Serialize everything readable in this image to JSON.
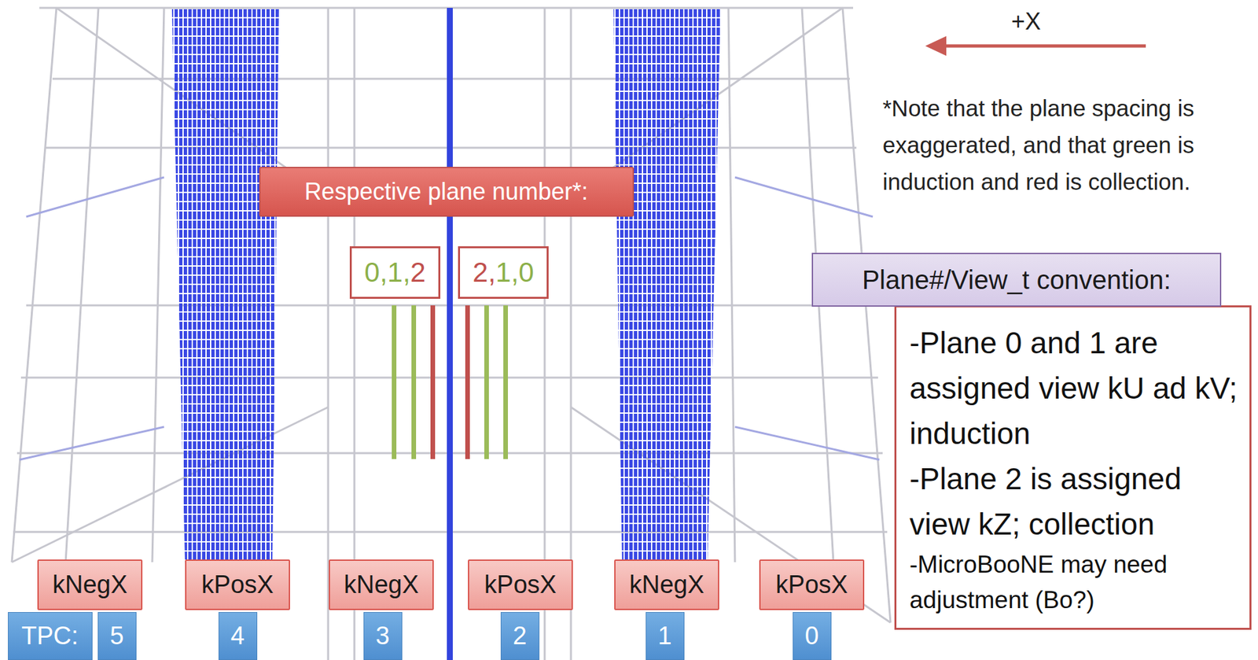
{
  "diagram": {
    "nodes": [
      {
        "text": [
          "Respective plane number*:"
        ]
      },
      {
        "text": [
          "0,1,2"
        ]
      },
      {
        "text": [
          "2,1,0"
        ]
      },
      {
        "text": [
          "Plane#/View_t convention:"
        ]
      },
      {
        "text": [
          "-Plane 0 and 1 are assigned view kU ad kV; induction",
          "-Plane 2 is assigned view kZ; collection",
          "-MicroBooNE may need adjustment (Bo?)"
        ]
      },
      {
        "text": [
          "kNegX"
        ]
      },
      {
        "text": [
          "kPosX"
        ]
      },
      {
        "text": [
          "kNegX"
        ]
      },
      {
        "text": [
          "kPosX"
        ]
      },
      {
        "text": [
          "kNegX"
        ]
      },
      {
        "text": [
          "kPosX"
        ]
      },
      {
        "text": [
          "TPC:"
        ]
      },
      {
        "text": [
          "5"
        ]
      },
      {
        "text": [
          "4"
        ]
      },
      {
        "text": [
          "3"
        ]
      },
      {
        "text": [
          "2"
        ]
      },
      {
        "text": [
          "1"
        ]
      },
      {
        "text": [
          "0"
        ]
      }
    ],
    "labels": [
      "+X",
      "*Note that the plane spacing is exaggerated, and that green is induction and red is collection."
    ]
  }
}
